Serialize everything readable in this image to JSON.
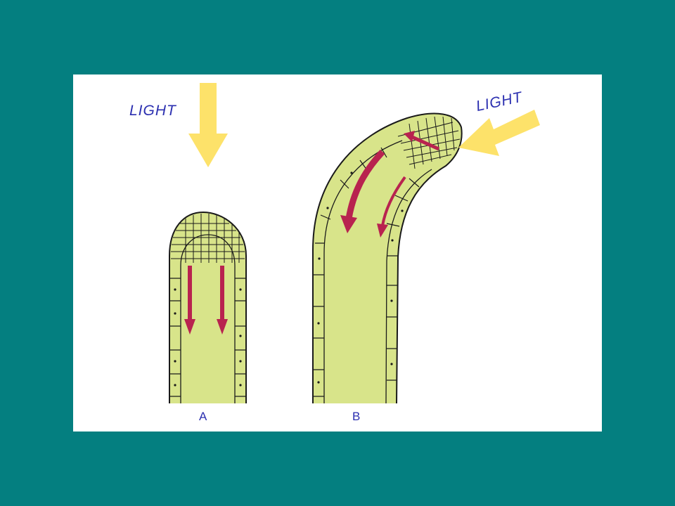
{
  "labels": {
    "light_a": "LIGHT",
    "light_b": "LIGHT",
    "panel_a": "A",
    "panel_b": "B"
  },
  "colors": {
    "background": "#047f80",
    "panel": "#ffffff",
    "tissue": "#d8e48a",
    "outline": "#1a1a1a",
    "light_arrow": "#fde26a",
    "auxin_arrow": "#b8234f",
    "label_text": "#2b2fb0"
  }
}
